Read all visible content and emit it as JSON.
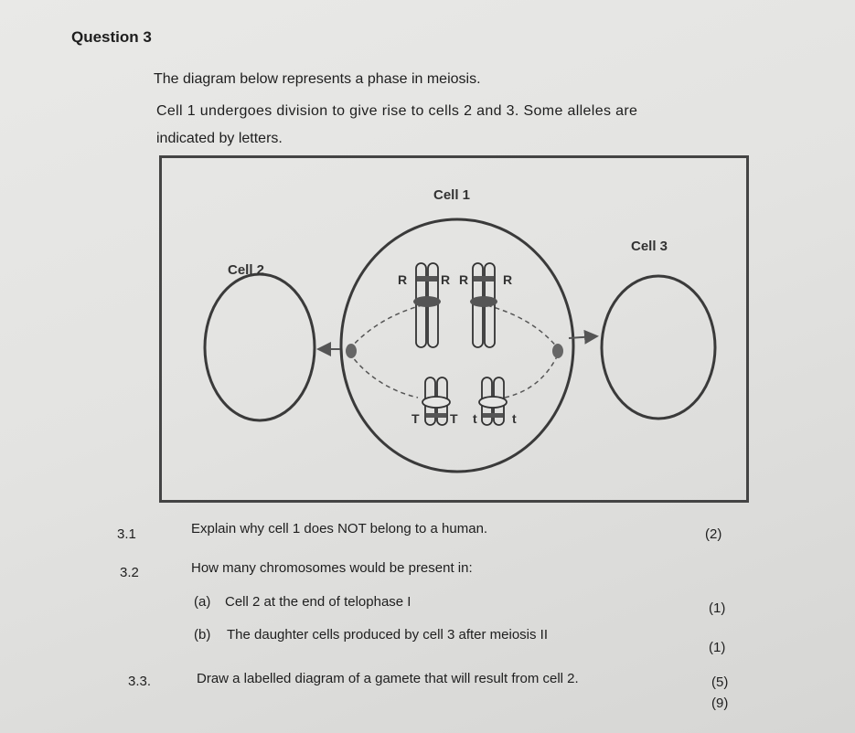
{
  "question": {
    "title": "Question 3",
    "intro": "The diagram below represents a phase in meiosis.",
    "description_line1": "Cell 1 undergoes division to give rise to cells 2 and 3. Some alleles are",
    "description_line2": "indicated by letters."
  },
  "diagram": {
    "cell1_label": "Cell 1",
    "cell2_label": "Cell 2",
    "cell3_label": "Cell 3",
    "allele_R": "R",
    "allele_T": "T",
    "allele_t": "t"
  },
  "subquestions": [
    {
      "number": "3.1",
      "text": "Explain why cell 1 does NOT belong to a human.",
      "marks": "(2)"
    },
    {
      "number": "3.2",
      "text": "How many chromosomes would be present in:",
      "marks": ""
    },
    {
      "number": "(a)",
      "text": "Cell 2 at the end of telophase I",
      "marks": "(1)"
    },
    {
      "number": "(b)",
      "text": "The daughter cells produced by cell 3 after meiosis II",
      "marks": "(1)"
    },
    {
      "number": "3.3.",
      "text": "Draw a labelled diagram of a gamete that will result from cell 2.",
      "marks": "(5)"
    }
  ],
  "total_marks": "(9)"
}
